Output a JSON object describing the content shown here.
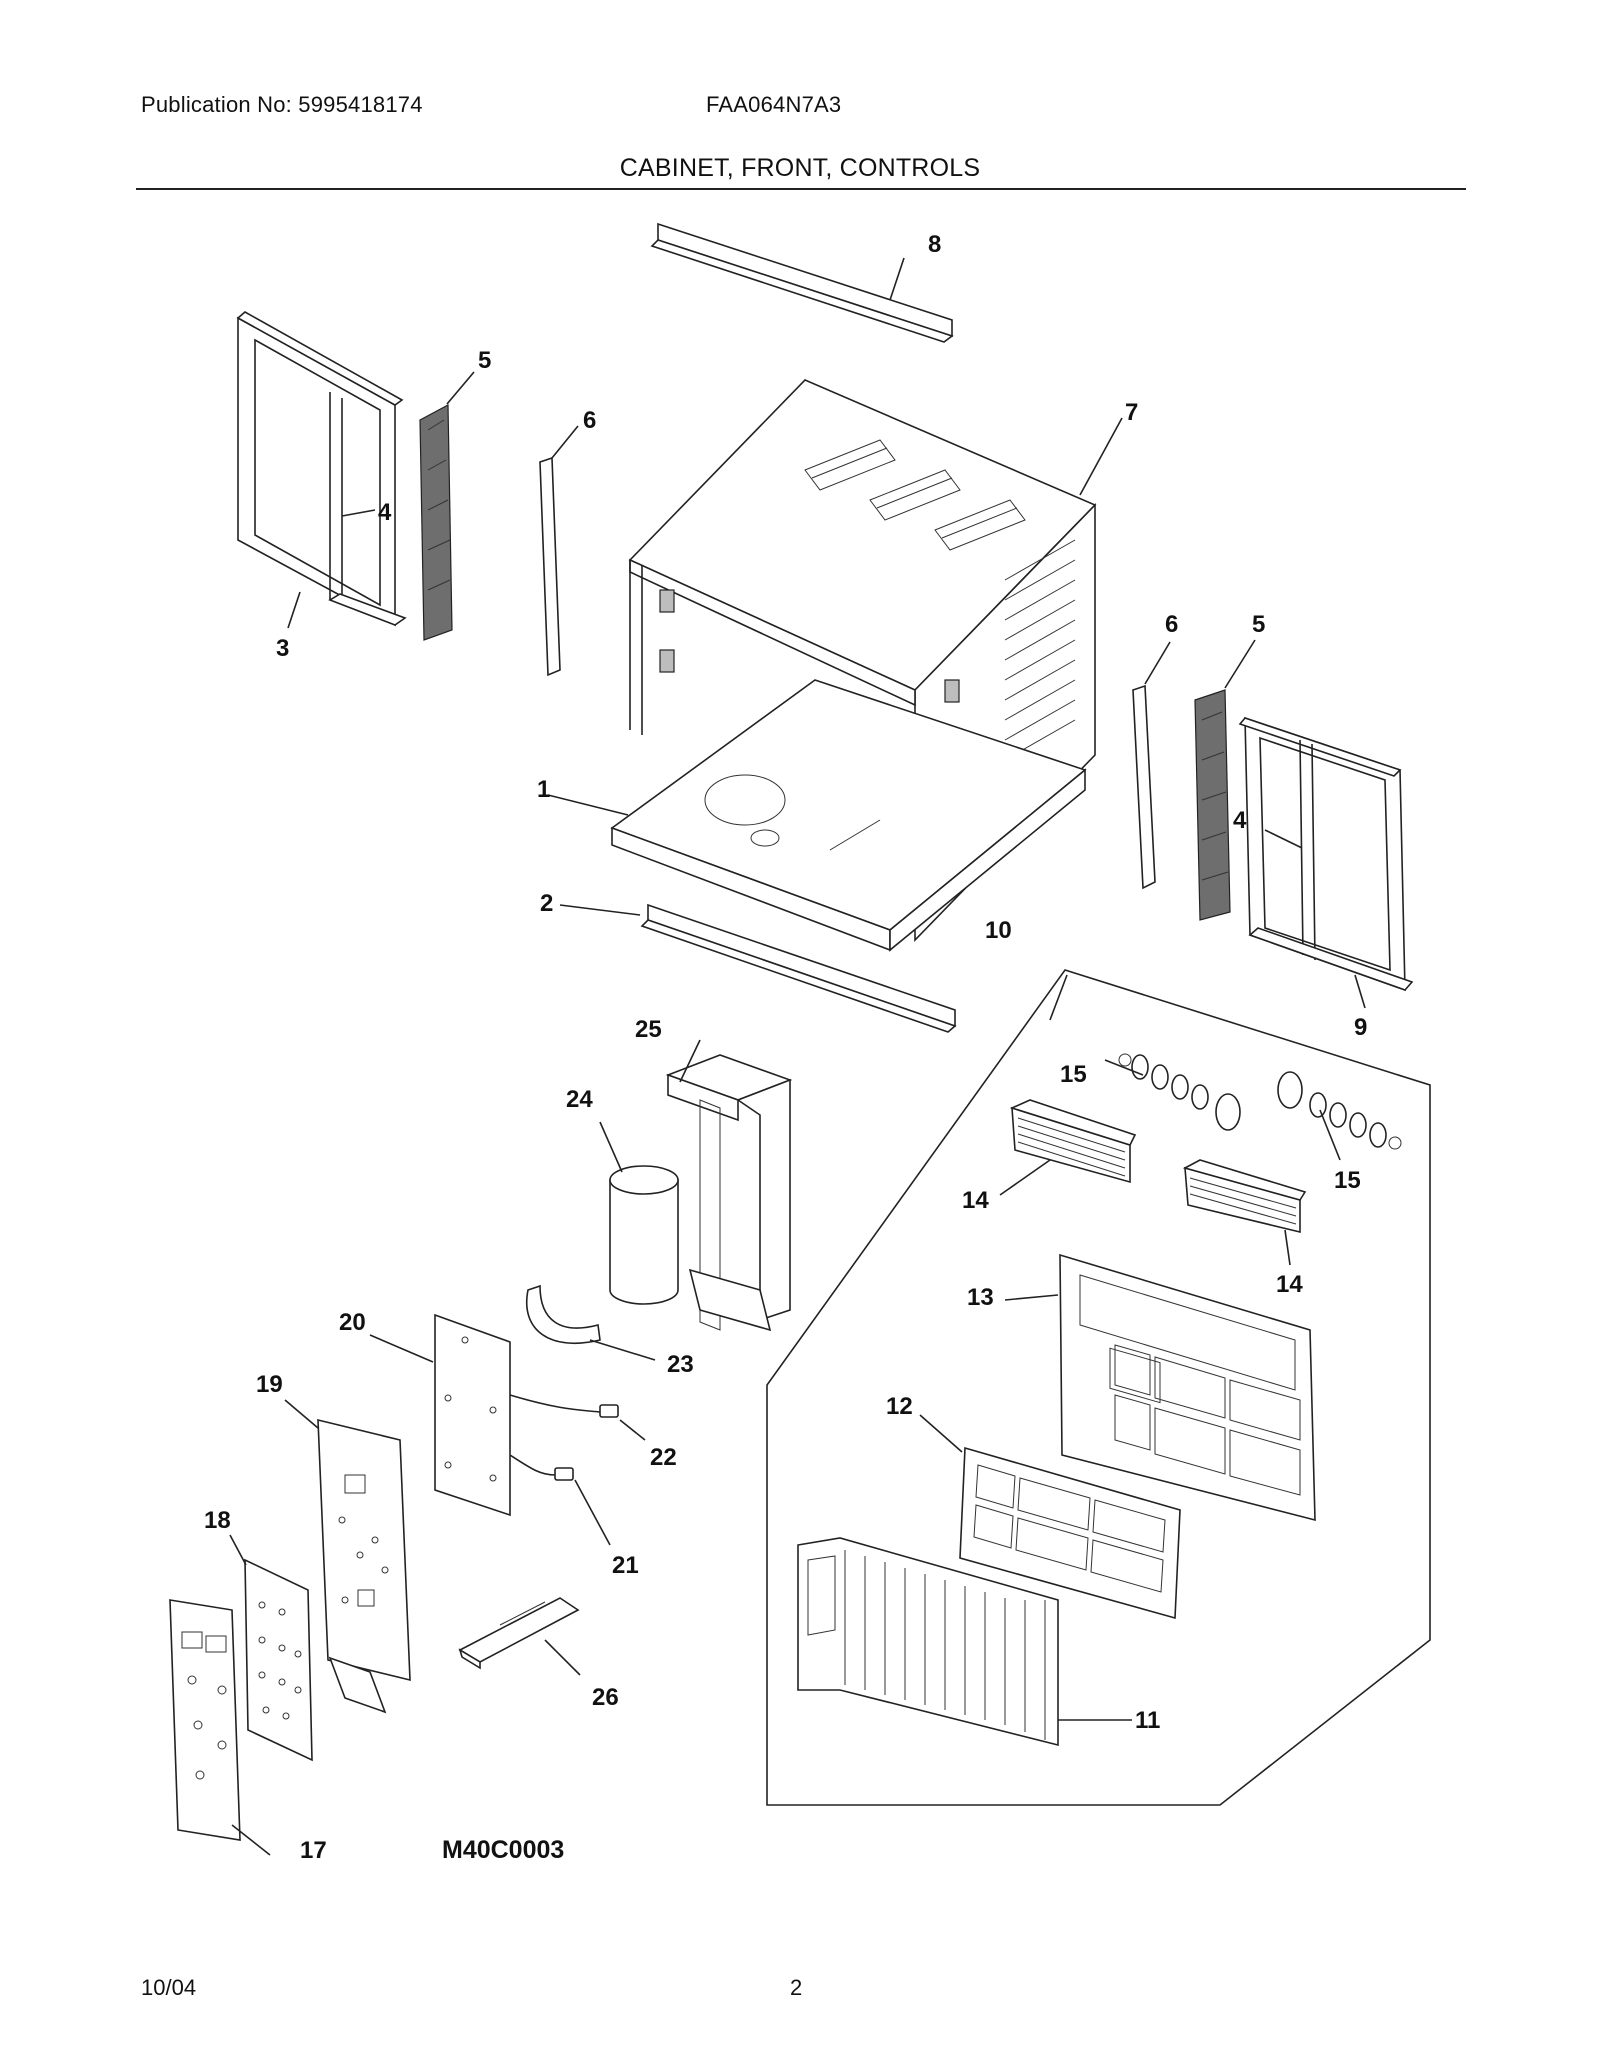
{
  "header": {
    "publication": "Publication No: 5995418174",
    "model": "FAA064N7A3",
    "section_title": "CABINET, FRONT, CONTROLS"
  },
  "footer": {
    "date": "10/04",
    "page": "2"
  },
  "diagram": {
    "drawing_code": "M40C0003",
    "callouts": [
      "1",
      "2",
      "3",
      "4",
      "4",
      "5",
      "5",
      "6",
      "6",
      "7",
      "8",
      "9",
      "10",
      "11",
      "12",
      "13",
      "14",
      "14",
      "15",
      "15",
      "17",
      "18",
      "19",
      "20",
      "21",
      "22",
      "23",
      "24",
      "25",
      "26"
    ]
  }
}
